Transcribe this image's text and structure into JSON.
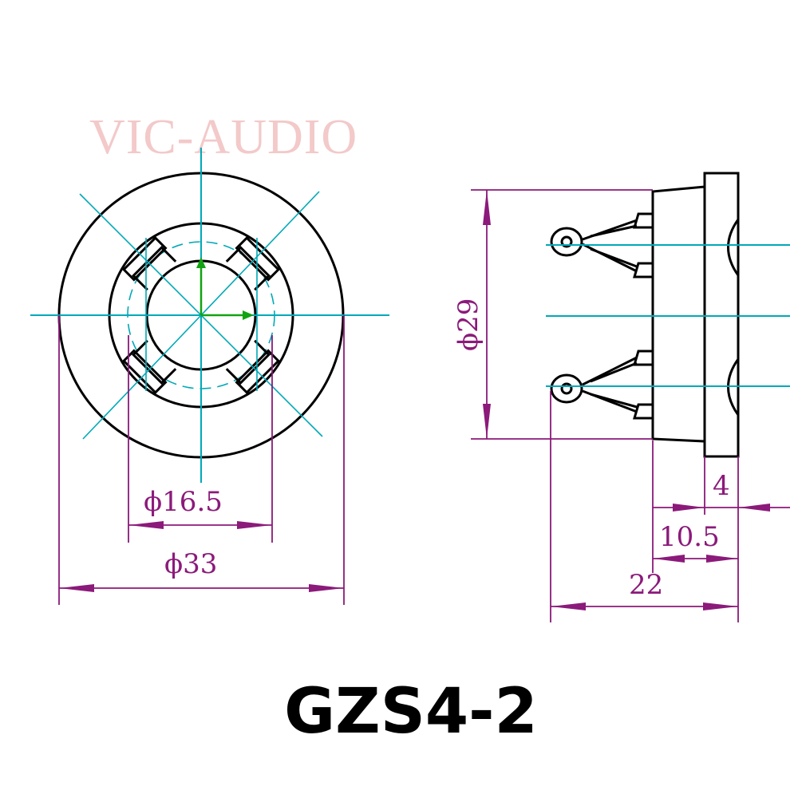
{
  "watermark": "VIC-AUDIO",
  "model": "GZS4-2",
  "dimensions": {
    "front_inner_diameter": "ϕ16.5",
    "front_outer_diameter": "ϕ33",
    "side_diameter": "ϕ29",
    "flange_thickness": "4",
    "body_depth": "10.5",
    "overall_length": "22"
  },
  "colors": {
    "centerline": "#00a9b8",
    "dimension": "#8b1a7a",
    "outline": "#000000",
    "watermark": "#f3c9c9"
  }
}
